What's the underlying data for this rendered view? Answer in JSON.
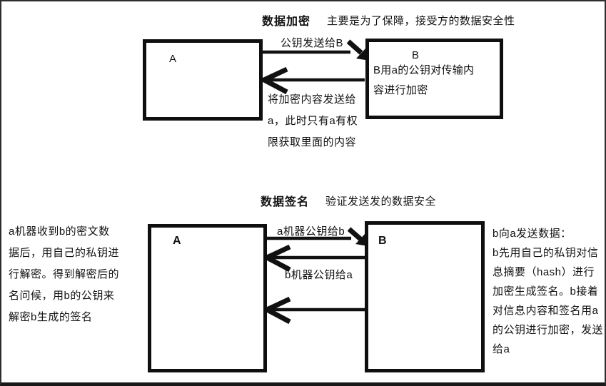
{
  "colors": {
    "ink": "#111111",
    "box_border": "#0f0f0f",
    "background": "#ffffff"
  },
  "encryption": {
    "title": "数据加密",
    "subtitle": "主要是为了保障，接受方的数据安全性",
    "machine_a_label": "A",
    "machine_b_label": "B",
    "machine_b_note": "B用a的公钥对传输内\n容进行加密",
    "send_key_arrow_label": "公钥发送给B",
    "return_note": "将加密内容发送给\na，此时只有a有权\n限获取里面的内容"
  },
  "signature": {
    "title": "数据签名",
    "subtitle": "验证发送发的数据安全",
    "left_note": "a机器收到b的密文数\n据后，用自己的私钥进\n行解密。得到解密后的\n名问候，用b的公钥来\n解密b生成的签名",
    "machine_a_label": "A",
    "machine_b_label": "B",
    "a_key_arrow_label": "a机器公钥给b",
    "b_key_arrow_label": "b机器公钥给a",
    "right_note": "b向a发送数据：\nb先用自己的私钥对信\n息摘要（hash）进行\n加密生成签名。b接着\n对信息内容和签名用a\n的公钥进行加密，发送\n给a"
  }
}
